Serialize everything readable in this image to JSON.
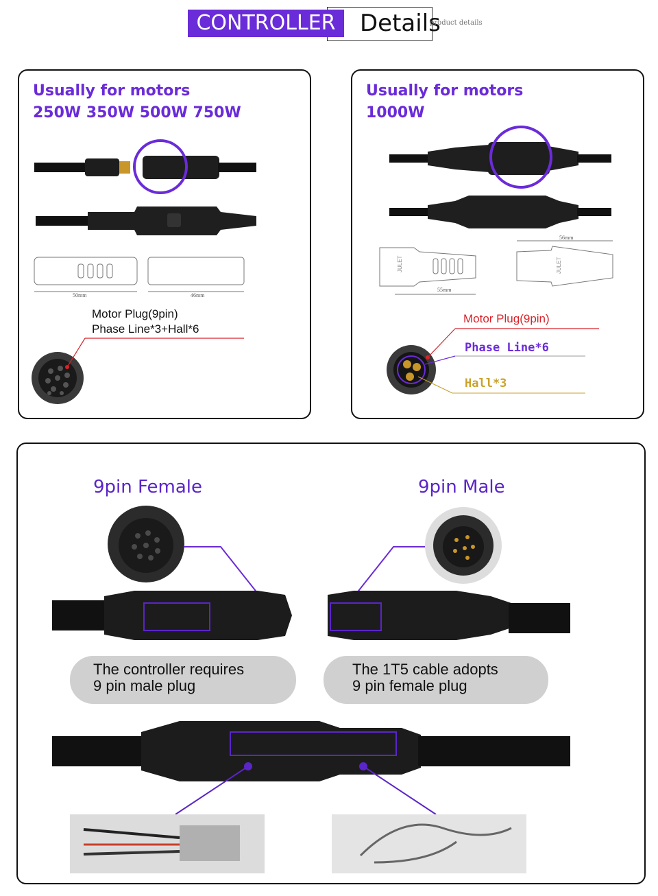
{
  "header": {
    "highlight": "CONTROLLER",
    "title": "Details",
    "subtitle": "product details"
  },
  "panel_left": {
    "title_line1": "Usually for motors",
    "title_line2": "250W 350W 500W 750W",
    "dim_left": "50mm",
    "dim_right": "46mm",
    "caption_line1": "Motor Plug(9pin)",
    "caption_line2": "Phase Line*3+Hall*6"
  },
  "panel_right": {
    "title_line1": "Usually for motors",
    "title_line2": "1000W",
    "dim_left": "55mm",
    "dim_right": "56mm",
    "plug_label": "JULET",
    "motor_plug": "Motor Plug(9pin)",
    "phase_line": "Phase Line*6",
    "hall": "Hall*3"
  },
  "bottom": {
    "female_title": "9pin Female",
    "male_title": "9pin Male",
    "bubble_left_line1": "The controller requires",
    "bubble_left_line2": "9 pin male plug",
    "bubble_right_line1": "The 1T5 cable adopts",
    "bubble_right_line2": "9 pin female plug"
  },
  "colors": {
    "accent_purple": "#6a2bd9",
    "red_line": "#d6232a",
    "yellow_label": "#c9a22a",
    "bubble_gray": "#d0d0d0"
  }
}
